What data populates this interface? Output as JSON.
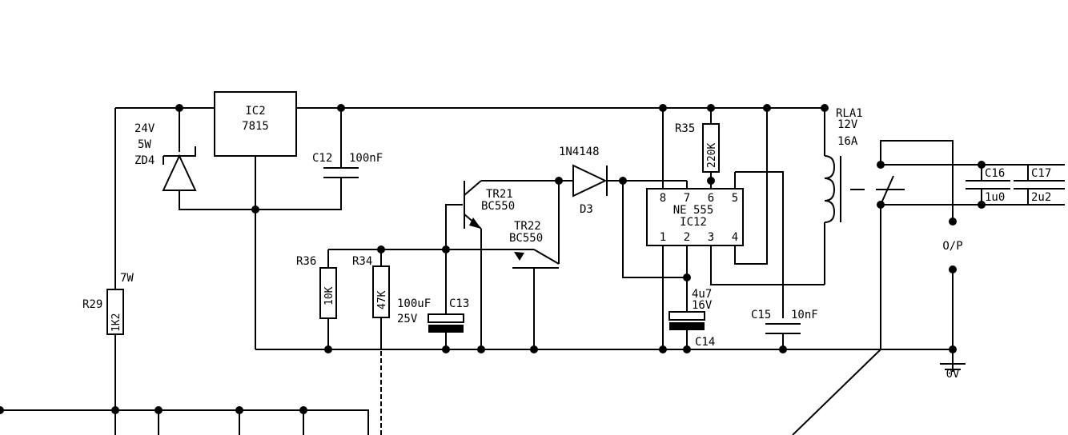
{
  "regulator": {
    "ref": "IC2",
    "type": "7815"
  },
  "zener": {
    "ref": "ZD4",
    "voltage": "24V",
    "power": "5W"
  },
  "c12": {
    "ref": "C12",
    "value": "100nF"
  },
  "r29": {
    "ref": "R29",
    "value": "1K2",
    "power": "7W"
  },
  "r36": {
    "ref": "R36",
    "value": "10K"
  },
  "r34": {
    "ref": "R34",
    "value": "47K"
  },
  "c13": {
    "ref": "C13",
    "value": "100uF",
    "voltage": "25V"
  },
  "tr21": {
    "ref": "TR21",
    "type": "BC550"
  },
  "tr22": {
    "ref": "TR22",
    "type": "BC550"
  },
  "d3": {
    "ref": "D3",
    "type": "1N4148"
  },
  "r35": {
    "ref": "R35",
    "value": "220K"
  },
  "ic12": {
    "type": "NE 555",
    "ref": "IC12",
    "pins": [
      "8",
      "7",
      "6",
      "5",
      "1",
      "2",
      "3",
      "4"
    ]
  },
  "c14": {
    "ref": "C14",
    "value": "4u7",
    "voltage": "16V"
  },
  "c15": {
    "ref": "C15",
    "value": "10nF"
  },
  "relay": {
    "ref": "RLA1",
    "voltage": "12V",
    "current": "16A"
  },
  "c16": {
    "ref": "C16",
    "value": "1u0"
  },
  "c17": {
    "ref": "C17",
    "value": "2u2"
  },
  "output": {
    "label": "O/P"
  },
  "ground": {
    "label": "0V"
  }
}
